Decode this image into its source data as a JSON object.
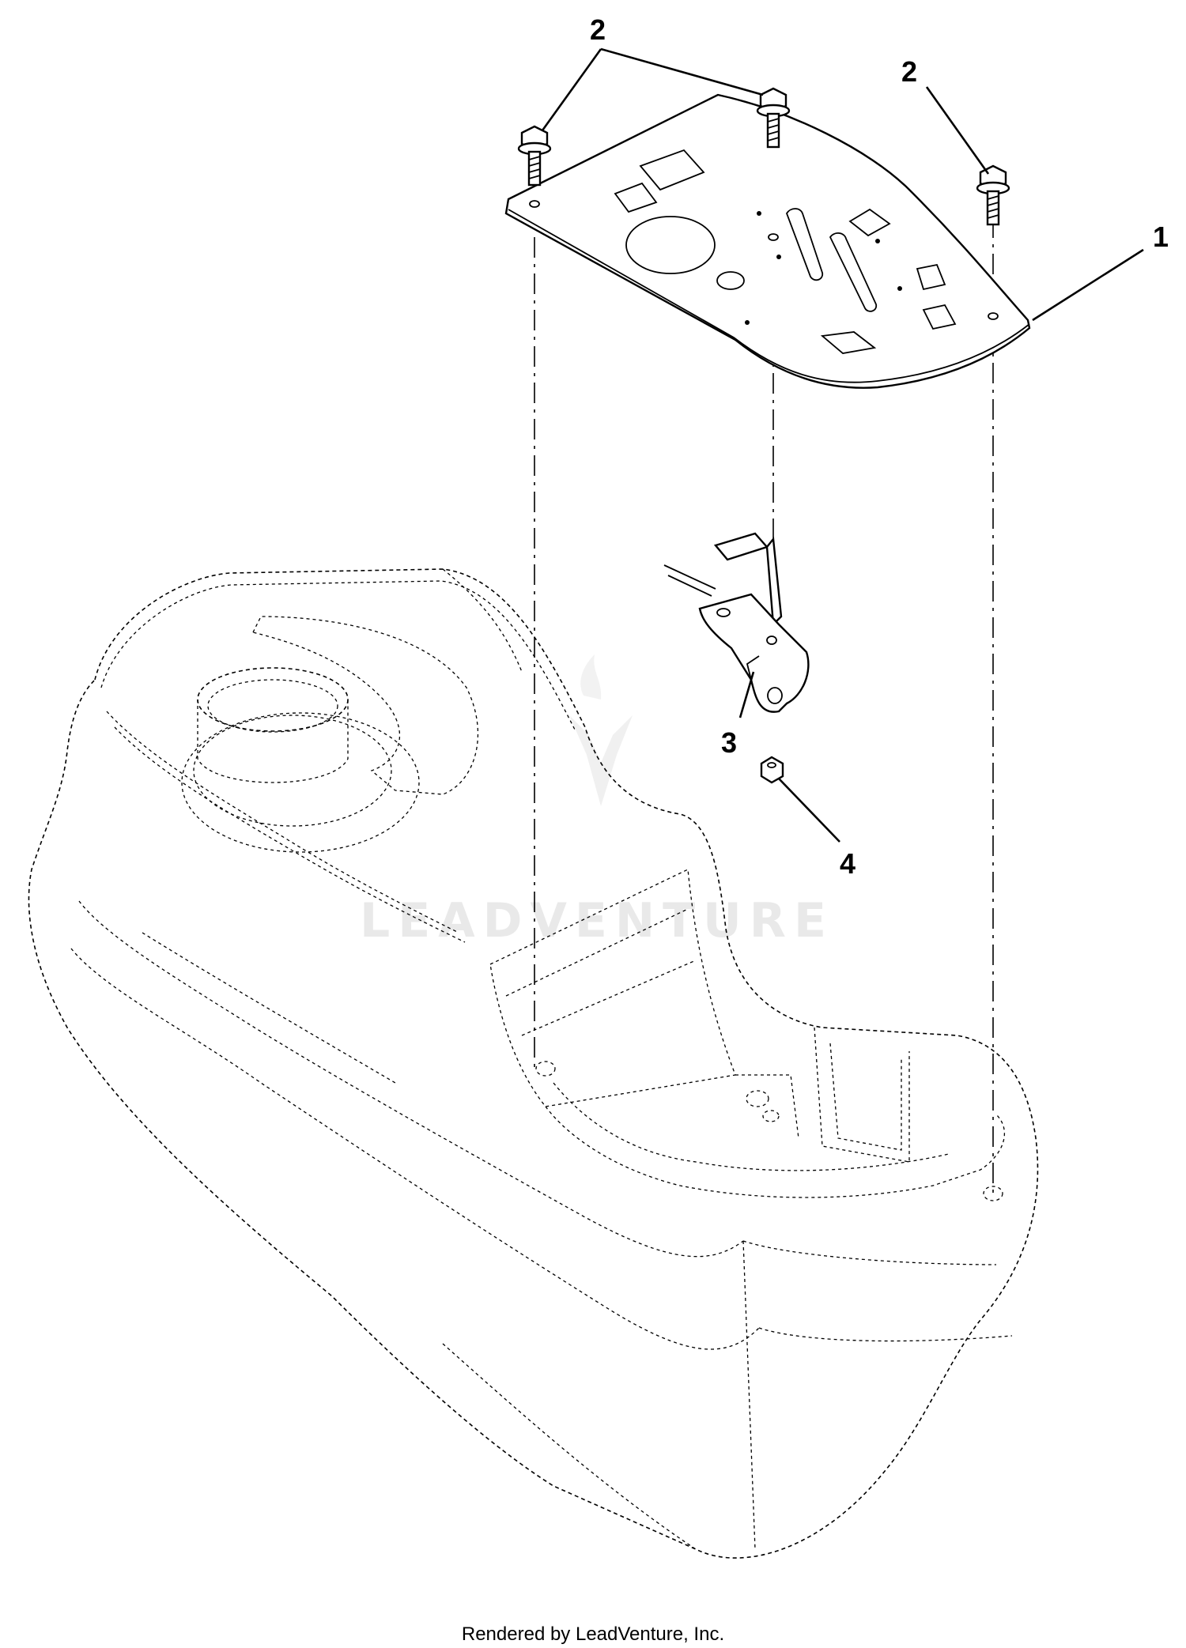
{
  "callouts": [
    {
      "id": "1",
      "label": "1"
    },
    {
      "id": "2a",
      "label": "2"
    },
    {
      "id": "2b",
      "label": "2"
    },
    {
      "id": "3",
      "label": "3"
    },
    {
      "id": "4",
      "label": "4"
    }
  ],
  "watermark": "LEADVENTURE",
  "footer": "Rendered by LeadVenture, Inc."
}
